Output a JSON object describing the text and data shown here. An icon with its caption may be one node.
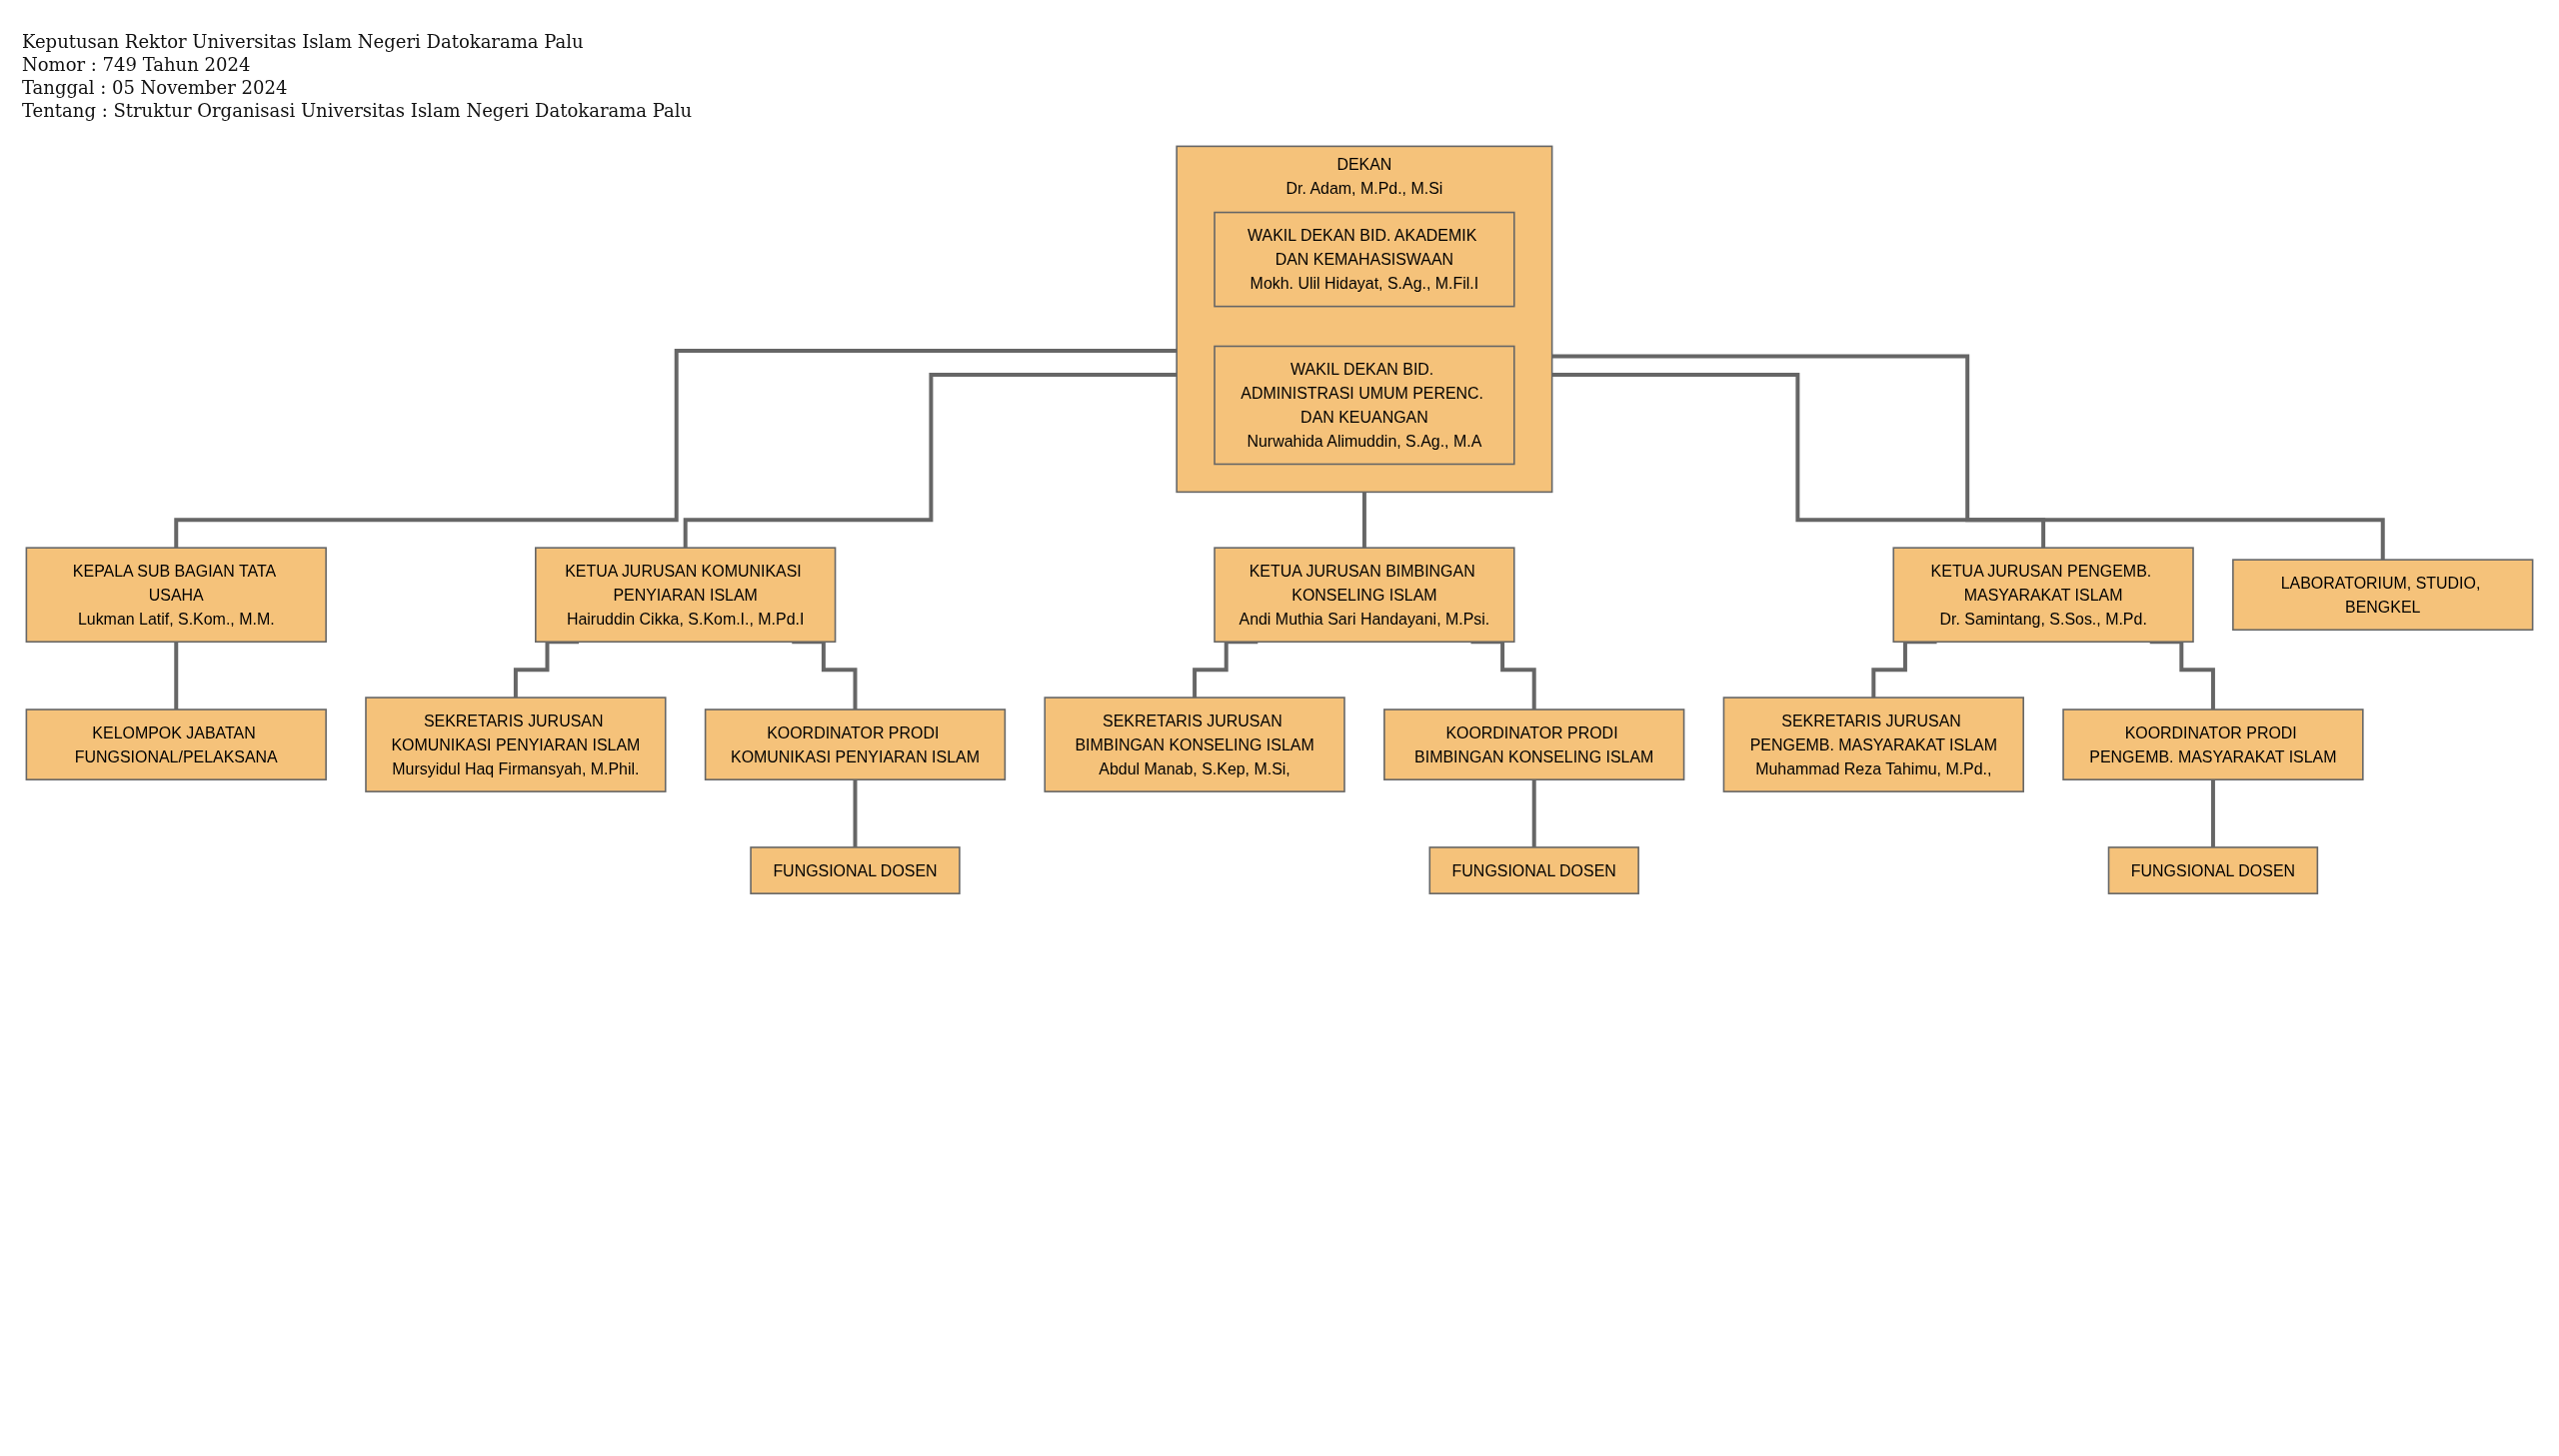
{
  "diagram": {
    "nodes": [
      {
        "text": [
          "DEKAN",
          "Dr. Adam, M.Pd., M.Si"
        ]
      },
      {
        "text": [
          "WAKIL DEKAN BID. AKADEMIK DAN KEMAHASISWAAN",
          "Mokh. Ulil Hidayat, S.Ag., M.Fil.I"
        ],
        "in": 0
      },
      {
        "text": [
          "WAKIL DEKAN BID. ADMINISTRASI UMUM PERENC. DAN KEUANGAN",
          "Nurwahida Alimuddin, S.Ag., M.A"
        ],
        "in": 0
      },
      {
        "text": [
          "KEPALA SUB BAGIAN TATA USAHA",
          "Lukman Latif, S.Kom., M.M."
        ]
      },
      {
        "text": [
          "KELOMPOK JABATAN FUNGSIONAL/PELAKSANA"
        ]
      },
      {
        "text": [
          "KETUA JURUSAN KOMUNIKASI PENYIARAN ISLAM",
          "Hairuddin Cikka, S.Kom.I., M.Pd.I"
        ]
      },
      {
        "text": [
          "KETUA JURUSAN BIMBINGAN KONSELING ISLAM",
          "Andi Muthia Sari Handayani, M.Psi."
        ]
      },
      {
        "text": [
          "KETUA JURUSAN PENGEMB. MASYARAKAT ISLAM",
          "Dr. Samintang, S.Sos., M.Pd."
        ]
      },
      {
        "text": [
          "SEKRETARIS JURUSAN KOMUNIKASI PENYIARAN ISLAM",
          "Mursyidul Haq Firmansyah, M.Phil."
        ]
      },
      {
        "text": [
          "SEKRETARIS JURUSAN BIMBINGAN KONSELING ISLAM",
          "Abdul Manab, S.Kep, M.Si,"
        ]
      },
      {
        "text": [
          "SEKRETARIS JURUSAN PENGEMB. MASYARAKAT ISLAM",
          "Muhammad Reza Tahimu, M.Pd.,"
        ]
      },
      {
        "text": [
          "KOORDINATOR PRODI KOMUNIKASI PENYIARAN ISLAM"
        ]
      },
      {
        "text": [
          "KOORDINATOR PRODI BIMBINGAN KONSELING ISLAM"
        ]
      },
      {
        "text": [
          "KOORDINATOR PRODI PENGEMB. MASYARAKAT ISLAM"
        ]
      },
      {
        "text": [
          "FUNGSIONAL DOSEN"
        ]
      },
      {
        "text": [
          "FUNGSIONAL DOSEN"
        ]
      },
      {
        "text": [
          "FUNGSIONAL DOSEN"
        ]
      },
      {
        "text": [
          "LABORATORIUM, STUDIO, BENGKEL"
        ]
      }
    ],
    "edges": [
      {
        "from": 0,
        "to": 3,
        "arrow": "none"
      },
      {
        "from": 3,
        "to": 4,
        "arrow": "none"
      },
      {
        "from": 0,
        "to": 5,
        "arrow": "none"
      },
      {
        "from": 0,
        "to": 6,
        "arrow": "none"
      },
      {
        "from": 0,
        "to": 7,
        "arrow": "none"
      },
      {
        "from": 0,
        "to": 17,
        "arrow": "none"
      },
      {
        "from": 5,
        "to": 8,
        "arrow": "none"
      },
      {
        "from": 5,
        "to": 11,
        "arrow": "none"
      },
      {
        "from": 6,
        "to": 9,
        "arrow": "none"
      },
      {
        "from": 6,
        "to": 12,
        "arrow": "none"
      },
      {
        "from": 7,
        "to": 10,
        "arrow": "none"
      },
      {
        "from": 7,
        "to": 13,
        "arrow": "none"
      },
      {
        "from": 11,
        "to": 14,
        "arrow": "none"
      },
      {
        "from": 12,
        "to": 15,
        "arrow": "none"
      },
      {
        "from": 13,
        "to": 16,
        "arrow": "none"
      }
    ],
    "labels": [
      "Keputusan Rektor Universitas Islam Negeri Datokarama Palu",
      "Nomor : 749 Tahun 2024",
      "Tanggal : 05 November 2024",
      "Tentang : Struktur Organisasi Universitas Islam Negeri Datokarama Palu"
    ]
  }
}
